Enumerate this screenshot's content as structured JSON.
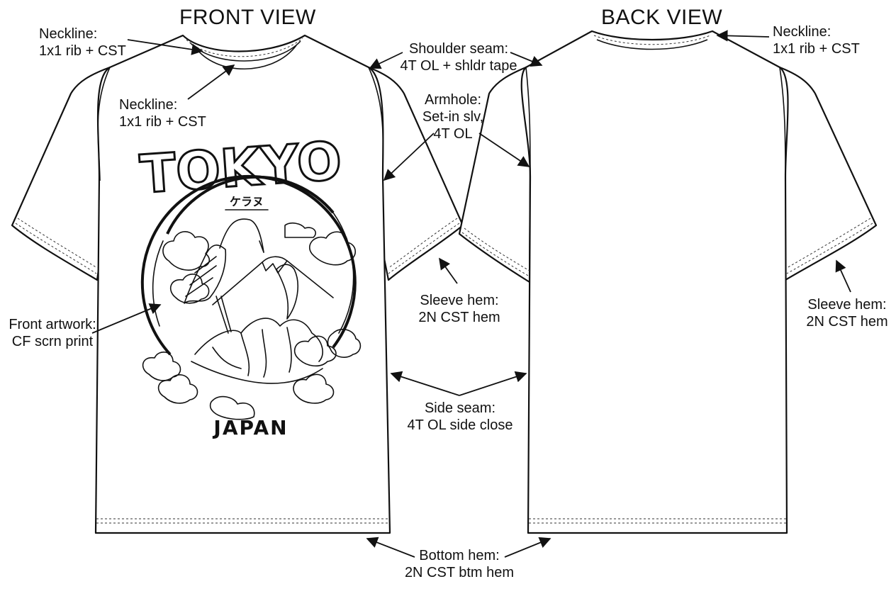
{
  "views": {
    "front": "FRONT VIEW",
    "back": "BACK VIEW"
  },
  "callouts": {
    "neckline_outer": {
      "line1": "Neckline:",
      "line2": "1x1 rib + CST"
    },
    "neckline_inner": {
      "line1": "Neckline:",
      "line2": "1x1 rib + CST"
    },
    "neckline_back": {
      "line1": "Neckline:",
      "line2": "1x1 rib + CST"
    },
    "shoulder_seam": {
      "line1": "Shoulder seam:",
      "line2": "4T OL + shldr tape"
    },
    "armhole": {
      "line1": "Armhole:",
      "line2": "Set-in slv,",
      "line3": "4T OL"
    },
    "sleeve_hem_front": {
      "line1": "Sleeve hem:",
      "line2": "2N CST hem"
    },
    "sleeve_hem_back": {
      "line1": "Sleeve hem:",
      "line2": "2N CST hem"
    },
    "front_artwork": {
      "line1": "Front artwork:",
      "line2": "CF scrn print"
    },
    "side_seam": {
      "line1": "Side seam:",
      "line2": "4T OL side close"
    },
    "bottom_hem": {
      "line1": "Bottom hem:",
      "line2": "2N CST btm hem"
    }
  },
  "artwork": {
    "headline": "TOKYO",
    "japanese": "ケラヌ",
    "footer": "JAPAN"
  },
  "colors": {
    "line": "#111111",
    "background": "#ffffff"
  }
}
